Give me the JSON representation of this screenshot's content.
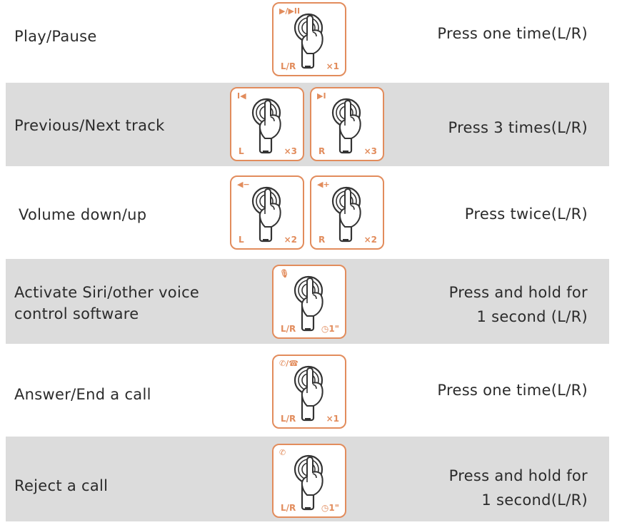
{
  "rows": [
    {
      "action": "Play/Pause",
      "description": "Press one time(L/R)",
      "cards": [
        {
          "icon": "▶/▶II",
          "side": "L/R",
          "count": "×1"
        }
      ]
    },
    {
      "action": "Previous/Next track",
      "description": "Press 3 times(L/R)",
      "cards": [
        {
          "icon": "I◀",
          "side": "L",
          "count": "×3"
        },
        {
          "icon": "▶I",
          "side": "R",
          "count": "×3"
        }
      ]
    },
    {
      "action": "Volume down/up",
      "description": "Press twice(L/R)",
      "cards": [
        {
          "icon": "◀−",
          "side": "L",
          "count": "×2"
        },
        {
          "icon": "◀+",
          "side": "R",
          "count": "×2"
        }
      ]
    },
    {
      "action_line1": "Activate Siri/other voice",
      "action_line2": "control software",
      "description_line1": "Press and hold for",
      "description_line2": "1 second (L/R)",
      "cards": [
        {
          "icon": "🎙",
          "side": "L/R",
          "count": "◷1\""
        }
      ]
    },
    {
      "action": "Answer/End a call",
      "description": "Press one time(L/R)",
      "cards": [
        {
          "icon": "✆/☎",
          "side": "L/R",
          "count": "×1"
        }
      ]
    },
    {
      "action": "Reject a call",
      "description_line1": "Press and hold for",
      "description_line2": "1 second(L/R)",
      "cards": [
        {
          "icon": "✆",
          "side": "L/R",
          "count": "◷1\""
        }
      ]
    }
  ],
  "colors": {
    "accent": "#e28c5c",
    "shade": "#dcdcdc",
    "text": "#2b2b2b"
  }
}
